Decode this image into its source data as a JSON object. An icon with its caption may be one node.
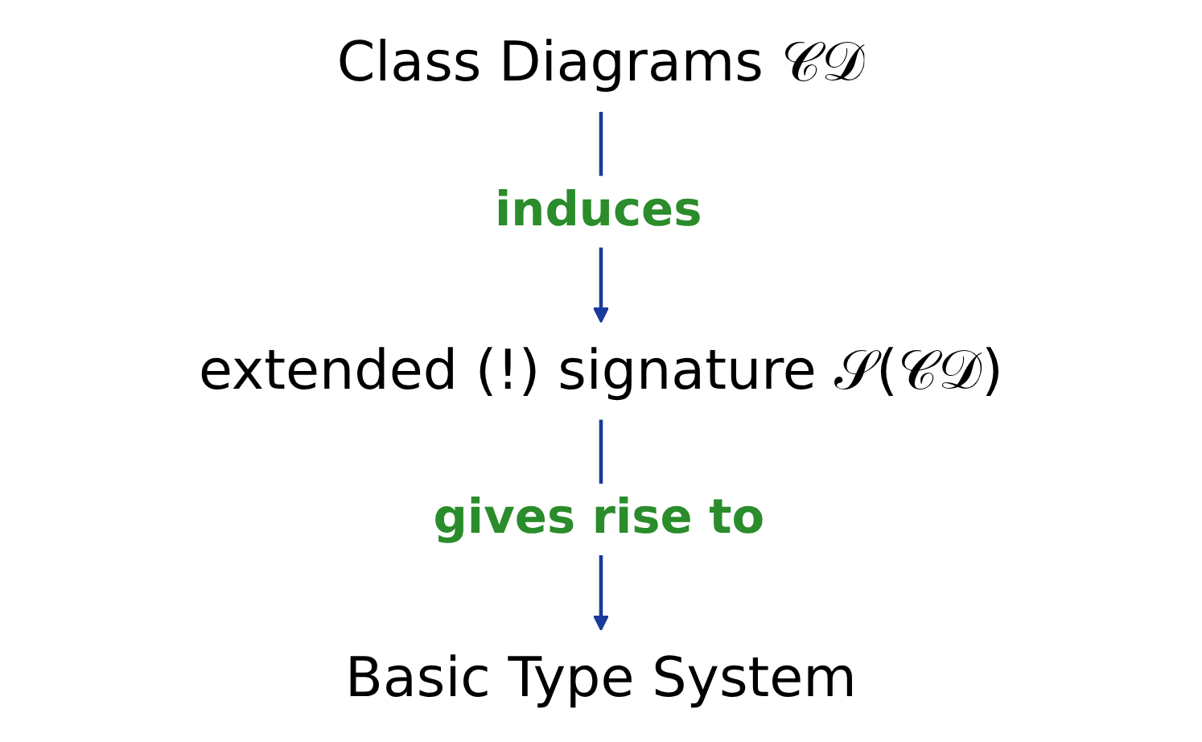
{
  "diagram": {
    "nodes": [
      {
        "text": [
          "Class Diagrams 𝒞𝒟"
        ]
      },
      {
        "text": [
          "extended (!) signature 𝒮(𝒞𝒟)"
        ]
      },
      {
        "text": [
          "Basic Type System"
        ]
      }
    ],
    "edges": [
      {
        "from": 0,
        "to": 1,
        "arrow": "to",
        "label": "induces"
      },
      {
        "from": 1,
        "to": 2,
        "arrow": "to",
        "label": "gives rise to"
      }
    ]
  }
}
